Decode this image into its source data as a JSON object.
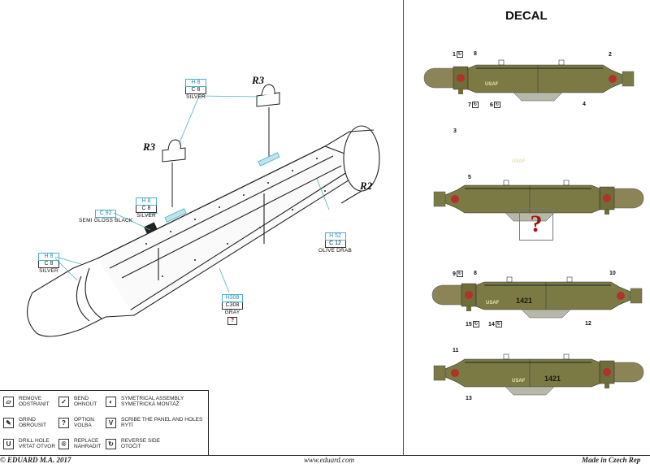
{
  "footer": {
    "copyright": "© EDUARD  M.A. 2017",
    "website": "www.eduard.com",
    "made_in": "Made in Czech Rep"
  },
  "assembly": {
    "parts": [
      {
        "id": "r3-left",
        "label": "R3"
      },
      {
        "id": "r3-right",
        "label": "R3"
      },
      {
        "id": "r2",
        "label": "R2"
      }
    ],
    "paint_callouts": [
      {
        "id": "silver-top",
        "h": "H 8",
        "c": "C 8",
        "name": "SILVER"
      },
      {
        "id": "silver-mid",
        "h": "H 8",
        "c": "C 8",
        "name": "SILVER"
      },
      {
        "id": "semi-gloss-black",
        "c": "C 92",
        "name": "SEMI GLOSS BLACK"
      },
      {
        "id": "silver-nose",
        "h": "H 8",
        "c": "C 8",
        "name": "SILVER"
      },
      {
        "id": "olive-drab",
        "h": "H 52",
        "c": "C 12",
        "name": "OLIVE DRAB"
      },
      {
        "id": "gray",
        "h": "H308",
        "c": "C308",
        "name": "GRAY",
        "option": "?"
      }
    ]
  },
  "decal": {
    "title": "DECAL",
    "option_symbol": "?",
    "views": [
      {
        "numbers": [
          "1",
          "8",
          "2",
          "7",
          "6",
          "4"
        ]
      },
      {
        "numbers": [
          "3",
          "5"
        ]
      },
      {
        "numbers": [
          "9",
          "8",
          "10",
          "15",
          "14",
          "12"
        ],
        "serial": "1421"
      },
      {
        "numbers": [
          "11",
          "13"
        ],
        "serial": "1421"
      }
    ],
    "pod_text": "USAF",
    "colors": {
      "olive": "#7b7a45",
      "red": "#b0322c",
      "nose": "#8a8456"
    }
  },
  "legend": {
    "items": [
      {
        "icon": "remove-icon",
        "glyph": "▱",
        "line1": "REMOVE",
        "line2": "ODSTRANIT"
      },
      {
        "icon": "bend-icon",
        "glyph": "✓",
        "line1": "BEND",
        "line2": "OHNOUT"
      },
      {
        "icon": "symmetrical-assembly-icon",
        "glyph": "◐",
        "line1": "SYMETRICAL ASSEMBLY",
        "line2": "SYMETRICKÁ MONTÁŽ"
      },
      {
        "icon": "grind-icon",
        "glyph": "✎",
        "line1": "GRIND",
        "line2": "OBROUSIT"
      },
      {
        "icon": "option-icon",
        "glyph": "?",
        "line1": "OPTION",
        "line2": "VOLBA"
      },
      {
        "icon": "scribe-icon",
        "glyph": "V",
        "line1": "SCRIBE THE PANEL AND HOLES",
        "line2": "RYTÍ"
      },
      {
        "icon": "drill-hole-icon",
        "glyph": "U",
        "line1": "DRILL HOLE",
        "line2": "VRTAT OTVOR"
      },
      {
        "icon": "replace-icon",
        "glyph": "®",
        "line1": "REPLACE",
        "line2": "NAHRADIT"
      },
      {
        "icon": "reverse-side-icon",
        "glyph": "↻",
        "line1": "REVERSE SIDE",
        "line2": "OTOČIT"
      }
    ]
  }
}
